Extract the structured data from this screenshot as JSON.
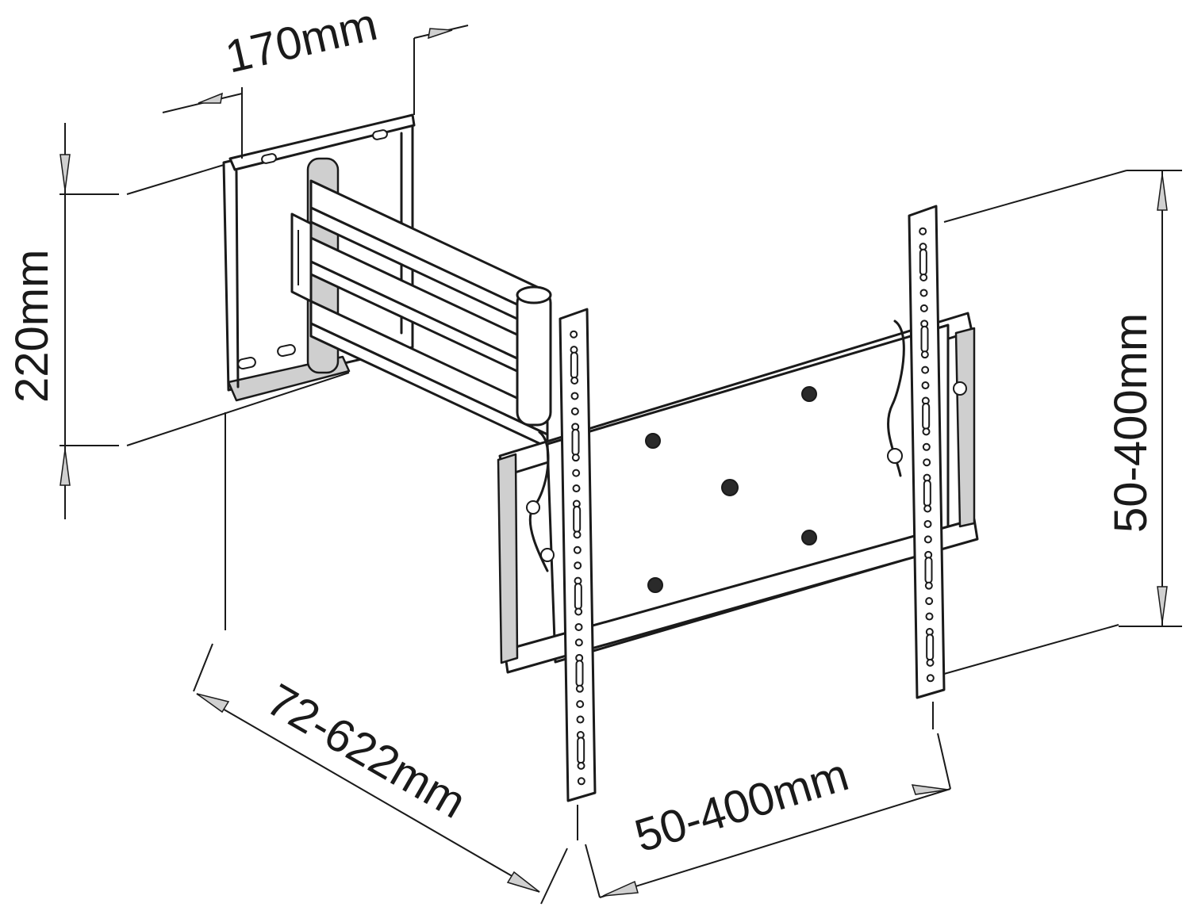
{
  "dimensions": {
    "wall_plate_width": "170mm",
    "wall_plate_height": "220mm",
    "arm_extension": "72-622mm",
    "vesa_vertical": "50-400mm",
    "vesa_horizontal": "50-400mm"
  },
  "icons": {
    "mount": "tv-wall-mount-bracket-drawing",
    "arrows": "dimension-arrow"
  }
}
